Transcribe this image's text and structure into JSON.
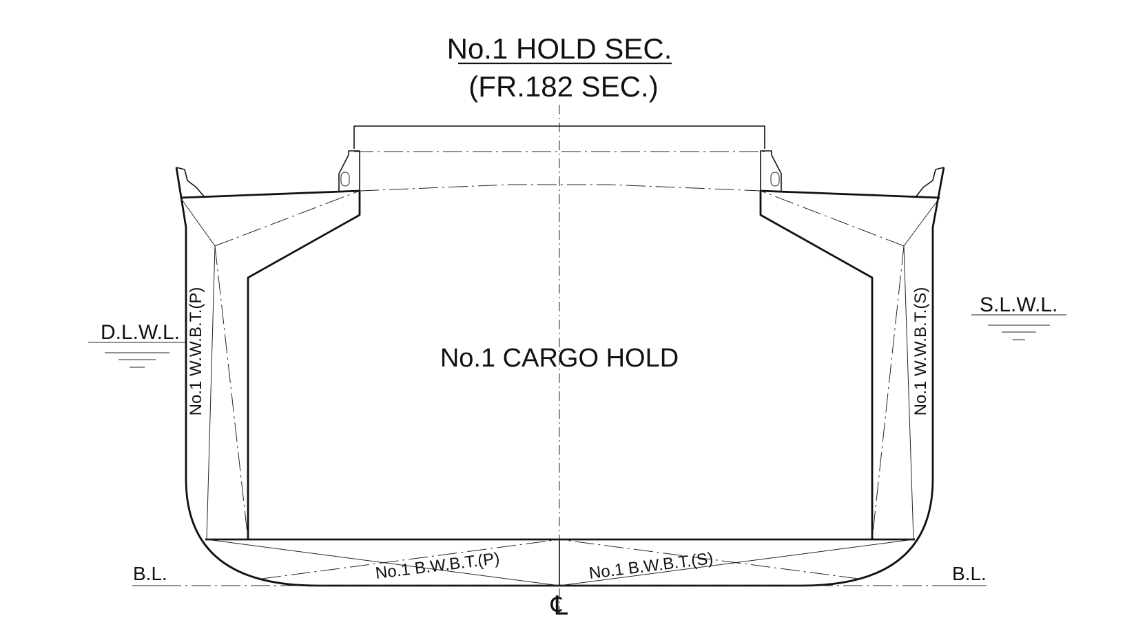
{
  "title": {
    "line1": "No.1 HOLD SEC.",
    "line2": "(FR.182 SEC.)"
  },
  "labels": {
    "cargo_hold": "No.1 CARGO HOLD",
    "wwbt_port": "No.1 W.W.B.T.(P)",
    "wwbt_stbd": "No.1 W.W.B.T.(S)",
    "bwbt_port": "No.1 B.W.B.T.(P)",
    "bwbt_stbd": "No.1 B.W.B.T.(S)",
    "dlwl": "D.L.W.L.",
    "slwl": "S.L.W.L.",
    "bl_left": "B.L.",
    "bl_right": "B.L.",
    "centerline": "℄"
  },
  "colors": {
    "line": "#111111",
    "background": "#ffffff"
  }
}
